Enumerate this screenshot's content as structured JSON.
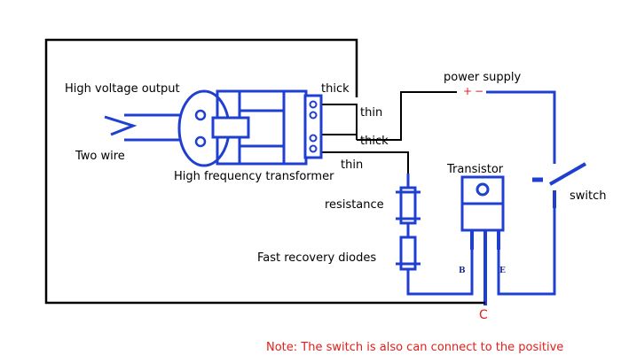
{
  "labels": {
    "high_voltage_output": "High voltage output",
    "two_wire": "Two wire",
    "hf_transformer": "High frequency transformer",
    "thick_top": "thick",
    "thin_top": "thin",
    "thick_mid": "thick",
    "thin_bottom": "thin",
    "power_supply": "power supply",
    "polarity_plus": "+",
    "polarity_minus": "−",
    "transistor": "Transistor",
    "switch": "switch",
    "resistance": "resistance",
    "fast_recovery_diodes": "Fast recovery diodes",
    "pin_b": "B",
    "pin_e": "E",
    "pin_c": "C"
  },
  "note": "Note: The switch is also can connect to the positive",
  "colors": {
    "wire_black": "#000000",
    "wire_blue": "#1f3fd0",
    "accent_red": "#e0201b"
  }
}
